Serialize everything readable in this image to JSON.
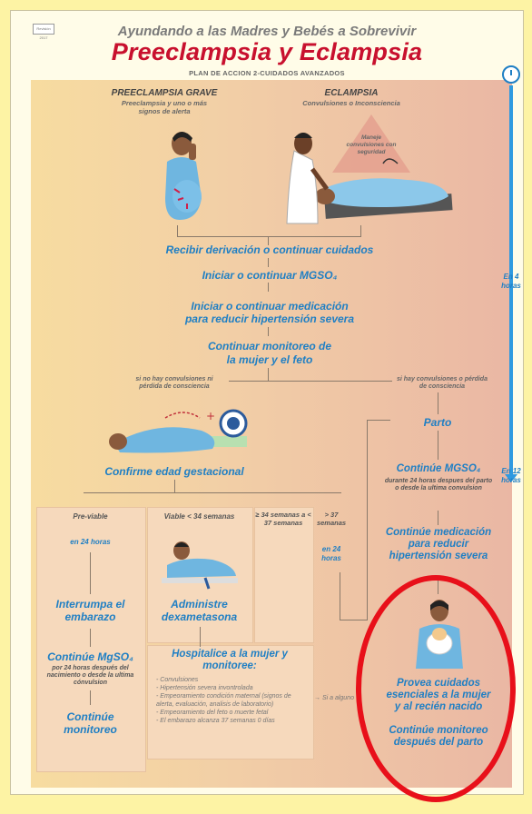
{
  "header": {
    "tag": "Revisión 2017",
    "subtitle": "Ayundando a las Madres y Bebés  a Sobrevivir",
    "title": "Preeclampsia y Eclampsia",
    "plan": "PLAN DE ACCION 2-CUIDADOS AVANZADOS"
  },
  "columns": {
    "left_title": "PREECLAMPSIA GRAVE",
    "left_sub": "Preeclampsia y uno o más signos de alerta",
    "right_title": "ECLAMPSIA",
    "right_sub": "Convulsiones o Inconsciencia",
    "warning": "Maneje convulsiones con seguridad"
  },
  "steps": {
    "s1": "Recibir derivación o continuar cuidados",
    "s2": "Iniciar o continuar MGSO₄",
    "s3a": "Iniciar o continuar medicación",
    "s3b": "para reducir hipertensión severa",
    "s4a": "Continuar monitoreo de",
    "s4b": "la mujer y el feto"
  },
  "branches": {
    "no_conv": "si no hay convulsiones ni pérdida de consciencia",
    "yes_conv": "si hay convulsiones o pérdida de consciencia"
  },
  "timeline": {
    "t1": "En 4 horas",
    "t2": "En 12 horas"
  },
  "left_flow": {
    "confirm": "Confirme edad gestacional",
    "previable": "Pre-viable",
    "in24": "en 24 horas",
    "viable34": "Viable < 34 semanas",
    "range": "≥ 34 semanas a < 37 semanas",
    "gt37": "> 37 semanas",
    "in24b": "en 24 horas",
    "interrupt": "Interrumpa el embarazo",
    "continue_mg": "Continúe MgSO₄",
    "continue_mg_sub": "por 24 horas después del nacimiento o desde la ultima cónvulsion",
    "continue_mon": "Continúe monitoreo",
    "dexa": "Administre dexametasona",
    "hosp": "Hospitalice a la mujer y monitoree:",
    "if_any": "→ Si a alguno",
    "hosp_list": [
      "- Convulsiones",
      "- Hipertensión severa invontrolada",
      "- Empeoramiento condición maternal (signos de alerta, evaluación, analisis de laboratorio)",
      "- Empeoramiento del feto o muerte fetal",
      "- El embarazo alcanza 37 semanas 0 días"
    ]
  },
  "right_flow": {
    "parto": "Parto",
    "cont_mg": "Continúe MGSO₄",
    "cont_mg_sub": "durante 24 horas despues del parto o desde la ultima convulsion",
    "cont_med": "Continúe medicación para reducir hipertensión severa",
    "care": "Provea cuidados esenciales a la mujer y al recién nacido",
    "mon": "Continúe monitoreo después del parto"
  }
}
